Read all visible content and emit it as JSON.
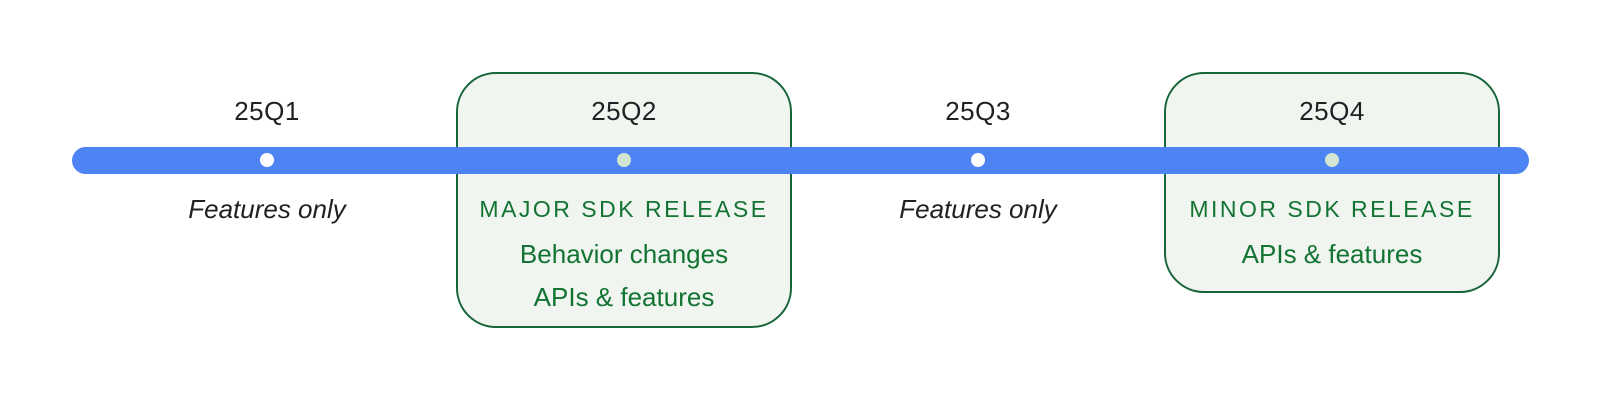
{
  "timeline": {
    "title_hint": "quarterly-sdk-release-timeline",
    "quarters": [
      {
        "id": "25q1",
        "label": "25Q1",
        "note": "Features only",
        "boxed": false,
        "dot_color": "#ffffff"
      },
      {
        "id": "25q2",
        "label": "25Q2",
        "heading": "MAJOR SDK RELEASE",
        "details": [
          "Behavior changes",
          "APIs & features"
        ],
        "boxed": true,
        "dot_color": "#d2e7d2"
      },
      {
        "id": "25q3",
        "label": "25Q3",
        "note": "Features only",
        "boxed": false,
        "dot_color": "#ffffff"
      },
      {
        "id": "25q4",
        "label": "25Q4",
        "heading": "MINOR SDK RELEASE",
        "details": [
          "APIs & features"
        ],
        "boxed": true,
        "dot_color": "#d2e7d2"
      }
    ],
    "colors": {
      "bar_blue": "#4e83f4",
      "box_fill": "#f0f5f0",
      "box_border": "#18653a",
      "green_text": "#137333",
      "dark_text": "#202124",
      "dot_plain": "#ffffff",
      "dot_boxed": "#d2e7d2",
      "background": "#ffffff"
    }
  }
}
